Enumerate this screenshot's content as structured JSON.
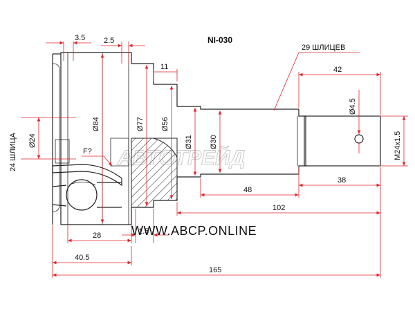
{
  "title": "NI-030",
  "watermark": "АВТОТРЕЙД",
  "website": "WWW.ABCP.ONLINE",
  "labels": {
    "outer_splines": "29 ШЛИЦЕВ",
    "inner_splines": "24 ШЛИЦА",
    "f_mark": "F?"
  },
  "dimensions": {
    "d1": "3.5",
    "d2": "2.5",
    "d3": "11",
    "d4": "42",
    "d5": "Ø84",
    "d6": "Ø77",
    "d7": "Ø56",
    "d8": "Ø31",
    "d9": "Ø30",
    "d10": "Ø24",
    "d11": "Ø4.5",
    "d12": "M24x1.5",
    "d13": "48",
    "d14": "38",
    "d15": "102",
    "d16": "28",
    "d17": "1.5",
    "d18": "40.5",
    "d19": "165"
  }
}
